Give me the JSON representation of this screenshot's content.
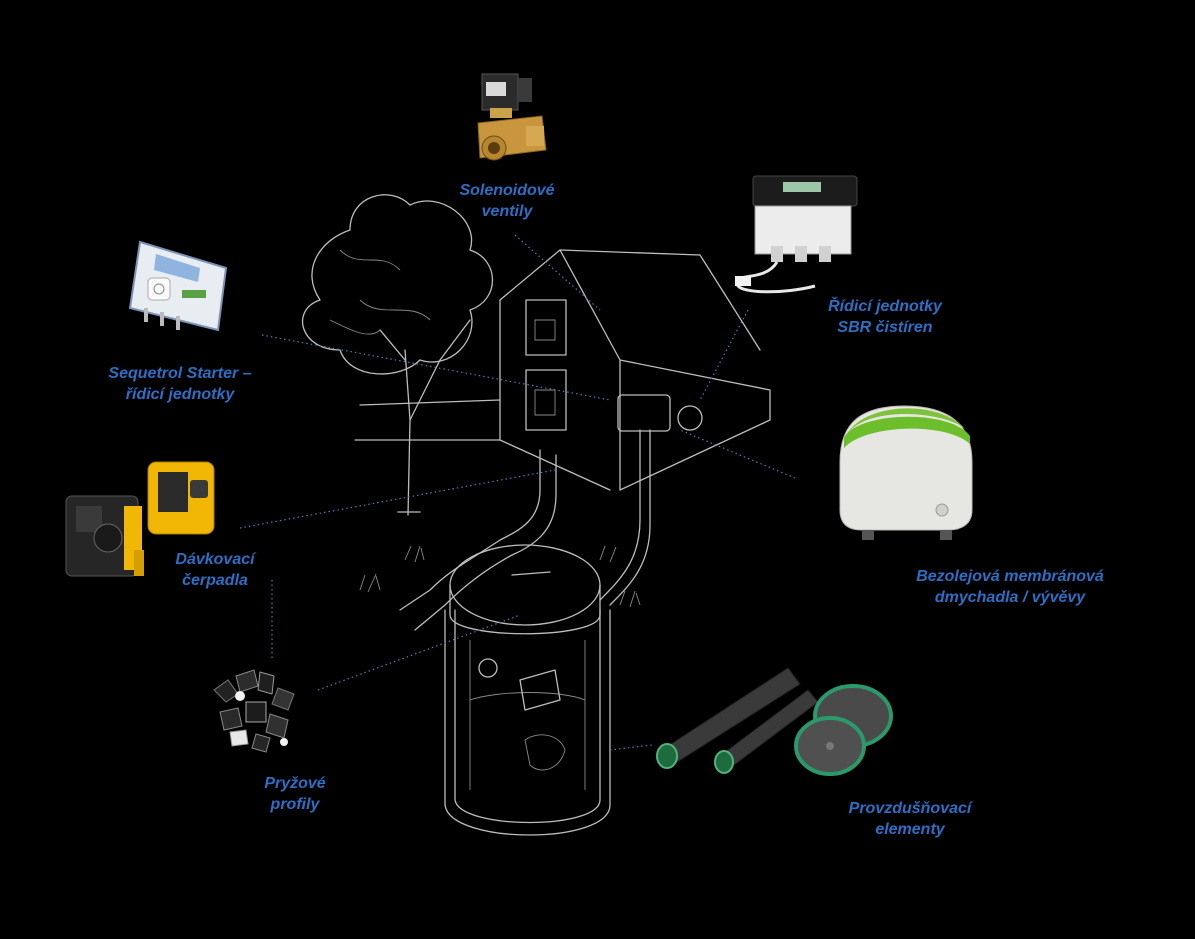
{
  "components": [
    {
      "id": "solenoid",
      "lines": [
        "Solenoidové",
        "ventily"
      ]
    },
    {
      "id": "sbr",
      "lines": [
        "Řídicí jednotky",
        "SBR čistíren"
      ]
    },
    {
      "id": "sequetrol",
      "lines": [
        "Sequetrol Starter –",
        "řídicí jednotky"
      ]
    },
    {
      "id": "blower",
      "lines": [
        "Bezolejová membránová",
        "dmychadla / vývěvy"
      ]
    },
    {
      "id": "dosing",
      "lines": [
        "Dávkovací",
        "čerpadla"
      ]
    },
    {
      "id": "rubber",
      "lines": [
        "Pryžové",
        "profily"
      ]
    },
    {
      "id": "aeration",
      "lines": [
        "Provzdušňovací",
        "elementy"
      ]
    }
  ],
  "colors": {
    "background": "#000000",
    "label": "#2d6fc4",
    "sketch": "#bdbdbd",
    "accent_green": "#6cbf2a",
    "accent_yellow": "#f2b705"
  }
}
